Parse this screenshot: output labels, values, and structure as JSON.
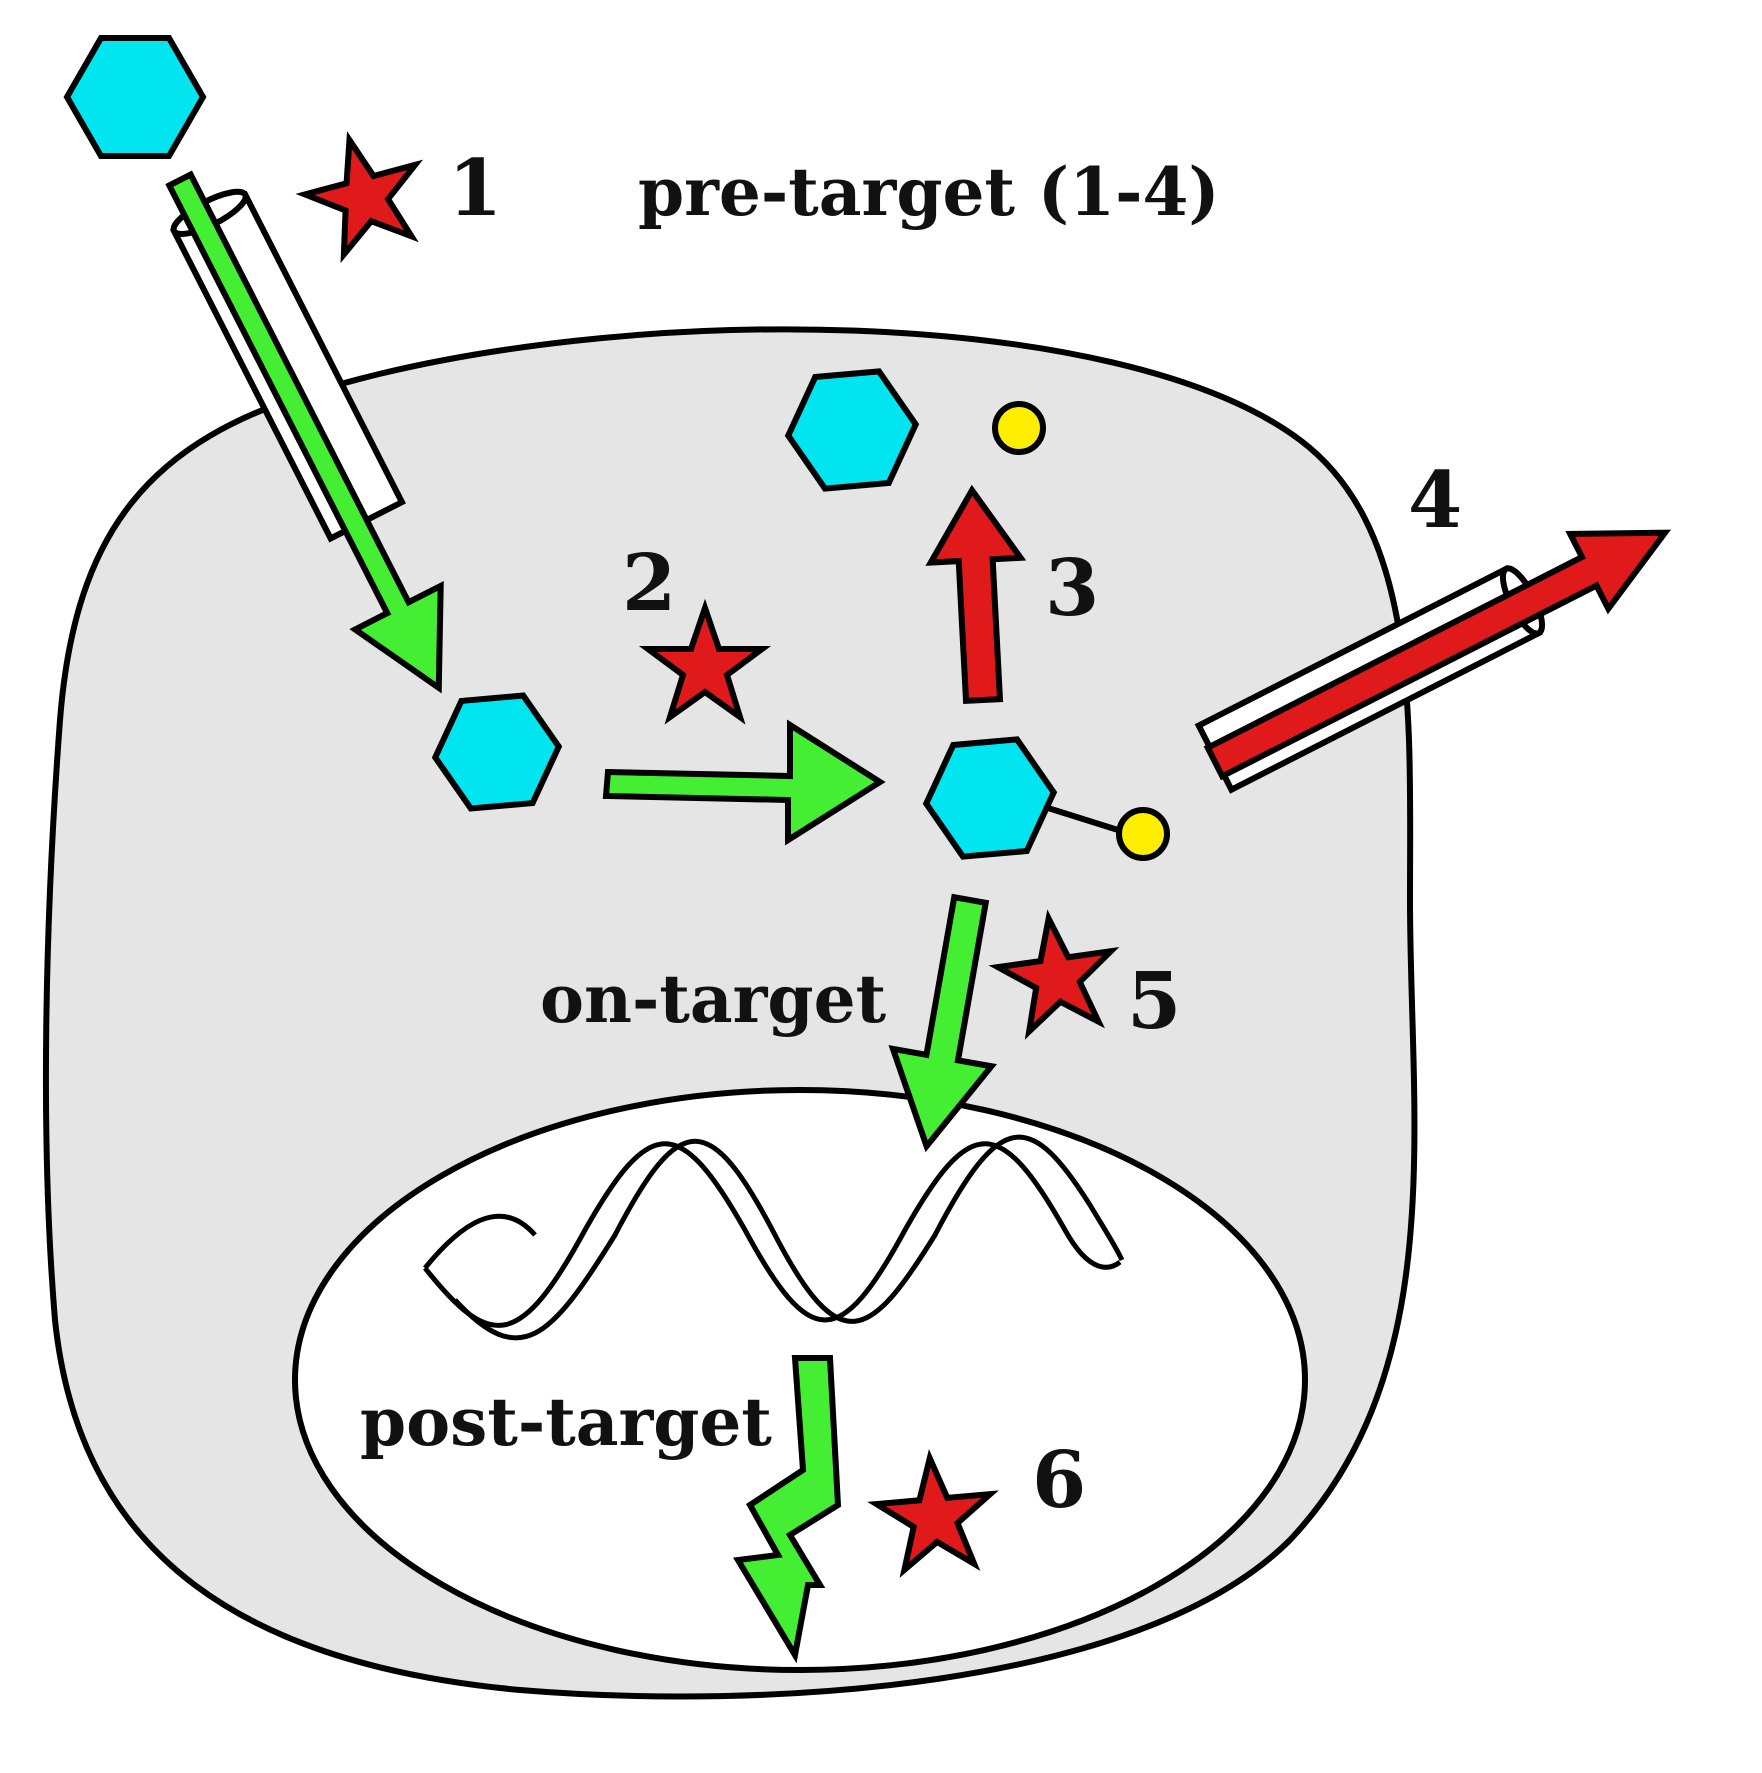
{
  "labels": {
    "n1": "1",
    "n2": "2",
    "n3": "3",
    "n4": "4",
    "n5": "5",
    "n6": "6",
    "pre_target": "pre-target (1-4)",
    "on_target": "on-target",
    "post_target": "post-target"
  },
  "colors": {
    "cell": "#e5e5e5",
    "nucleus": "#ffffff",
    "drug": "#00e5f0",
    "metabolite": "#ffee00",
    "green_arrow": "#44ee33",
    "red_arrow": "#e01a1a",
    "star": "#e01a1a"
  }
}
